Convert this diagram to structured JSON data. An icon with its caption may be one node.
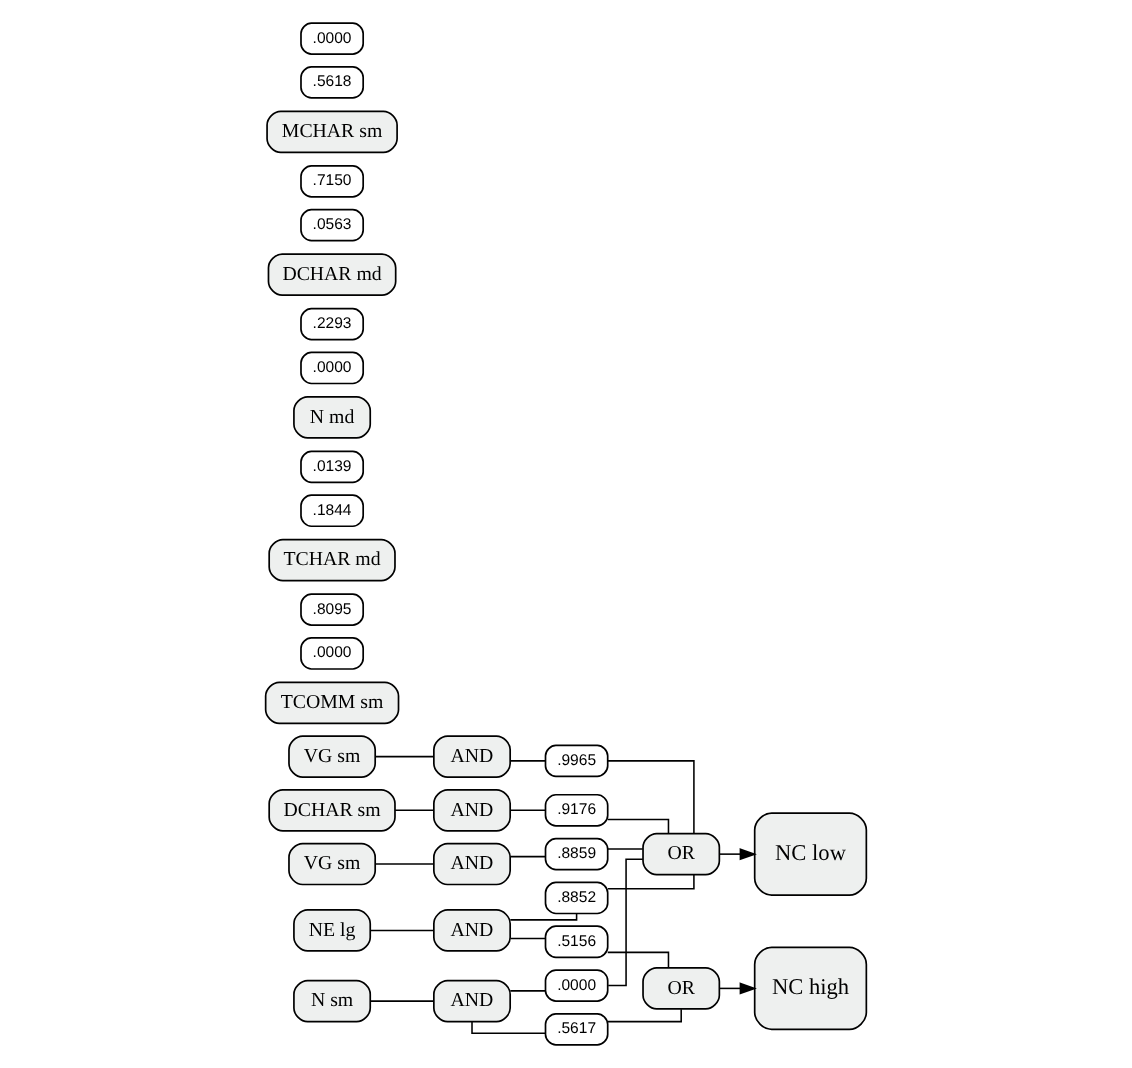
{
  "diagram": {
    "nodes": [
      {
        "text": [
          "NC low"
        ]
      },
      {
        "text": [
          "NC high"
        ]
      },
      {
        "text": [
          "OR"
        ]
      },
      {
        "text": [
          "OR"
        ]
      },
      {
        "text": [
          "AND"
        ]
      },
      {
        "text": [
          ".8859"
        ]
      },
      {
        "text": [
          "TCOMM sm"
        ]
      },
      {
        "text": [
          "VG sm"
        ]
      },
      {
        "text": [
          ".0000"
        ]
      },
      {
        "text": [
          ".8095"
        ]
      },
      {
        "text": [
          "AND"
        ]
      },
      {
        "text": [
          ".8852"
        ]
      },
      {
        "text": [
          ".5156"
        ]
      },
      {
        "text": [
          "TCHAR md"
        ]
      },
      {
        "text": [
          "NE lg"
        ]
      },
      {
        "text": [
          ".1844"
        ]
      },
      {
        "text": [
          ".0139"
        ]
      },
      {
        "text": [
          "AND"
        ]
      },
      {
        "text": [
          ".9965"
        ]
      },
      {
        "text": [
          "N md"
        ]
      },
      {
        "text": [
          "VG sm"
        ]
      },
      {
        "text": [
          ".0000"
        ]
      },
      {
        "text": [
          ".2293"
        ]
      },
      {
        "text": [
          "AND"
        ]
      },
      {
        "text": [
          ".0000"
        ]
      },
      {
        "text": [
          ".5617"
        ]
      },
      {
        "text": [
          "DCHAR md"
        ]
      },
      {
        "text": [
          "N sm"
        ]
      },
      {
        "text": [
          ".0563"
        ]
      },
      {
        "text": [
          ".7150"
        ]
      },
      {
        "text": [
          "AND"
        ]
      },
      {
        "text": [
          ".9176"
        ]
      },
      {
        "text": [
          "MCHAR sm"
        ]
      },
      {
        "text": [
          "DCHAR sm"
        ]
      },
      {
        "text": [
          ".5618"
        ]
      },
      {
        "text": [
          ".0000"
        ]
      }
    ],
    "edges": [
      {
        "from": 2,
        "to": 0,
        "arrow": "to"
      },
      {
        "from": 3,
        "to": 1,
        "arrow": "to"
      },
      {
        "from": 7,
        "to": 4,
        "arrow": "none"
      },
      {
        "from": 4,
        "to": 5,
        "arrow": "none"
      },
      {
        "from": 5,
        "to": 2,
        "arrow": "none"
      },
      {
        "from": 14,
        "to": 10,
        "arrow": "none"
      },
      {
        "from": 10,
        "to": 11,
        "arrow": "none"
      },
      {
        "from": 11,
        "to": 2,
        "arrow": "none"
      },
      {
        "from": 10,
        "to": 12,
        "arrow": "none"
      },
      {
        "from": 12,
        "to": 3,
        "arrow": "none"
      },
      {
        "from": 20,
        "to": 17,
        "arrow": "none"
      },
      {
        "from": 17,
        "to": 18,
        "arrow": "none"
      },
      {
        "from": 18,
        "to": 2,
        "arrow": "none"
      },
      {
        "from": 27,
        "to": 23,
        "arrow": "none"
      },
      {
        "from": 23,
        "to": 24,
        "arrow": "none"
      },
      {
        "from": 24,
        "to": 2,
        "arrow": "none"
      },
      {
        "from": 23,
        "to": 25,
        "arrow": "none"
      },
      {
        "from": 25,
        "to": 3,
        "arrow": "none"
      },
      {
        "from": 33,
        "to": 30,
        "arrow": "none"
      },
      {
        "from": 30,
        "to": 31,
        "arrow": "none"
      },
      {
        "from": 31,
        "to": 2,
        "arrow": "none"
      }
    ]
  }
}
